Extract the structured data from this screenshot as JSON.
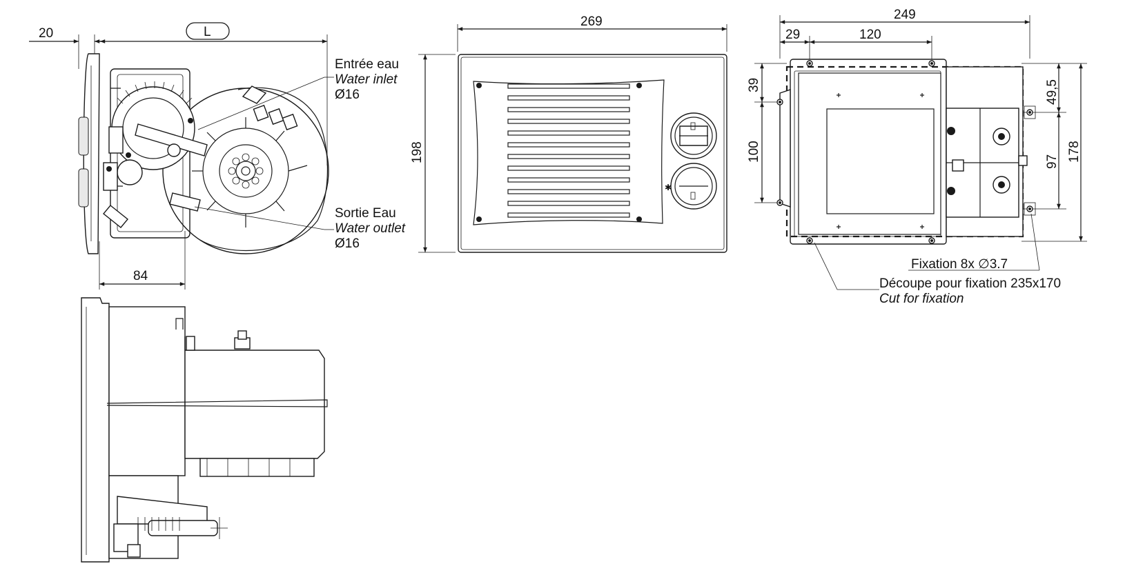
{
  "dimensions": {
    "side_thickness": "20",
    "side_length": "L",
    "side_inlet_offset": "84",
    "front_width": "269",
    "front_height": "198",
    "rear_width": "249",
    "rear_offset": "29",
    "rear_hole_spacing_h": "120",
    "rear_top_offset": "39",
    "rear_hole_spacing_v": "100",
    "rear_right_top": "49,5",
    "rear_right_spacing": "97",
    "rear_right_height": "178"
  },
  "callouts": {
    "inlet_fr": "Entrée eau",
    "inlet_en": "Water inlet",
    "inlet_dia": "Ø16",
    "outlet_fr": "Sortie Eau",
    "outlet_en": "Water outlet",
    "outlet_dia": "Ø16",
    "fixation": "Fixation 8x  ∅3.7",
    "cutout_fr": "Découpe pour fixation 235x170",
    "cutout_en": "Cut for fixation"
  }
}
